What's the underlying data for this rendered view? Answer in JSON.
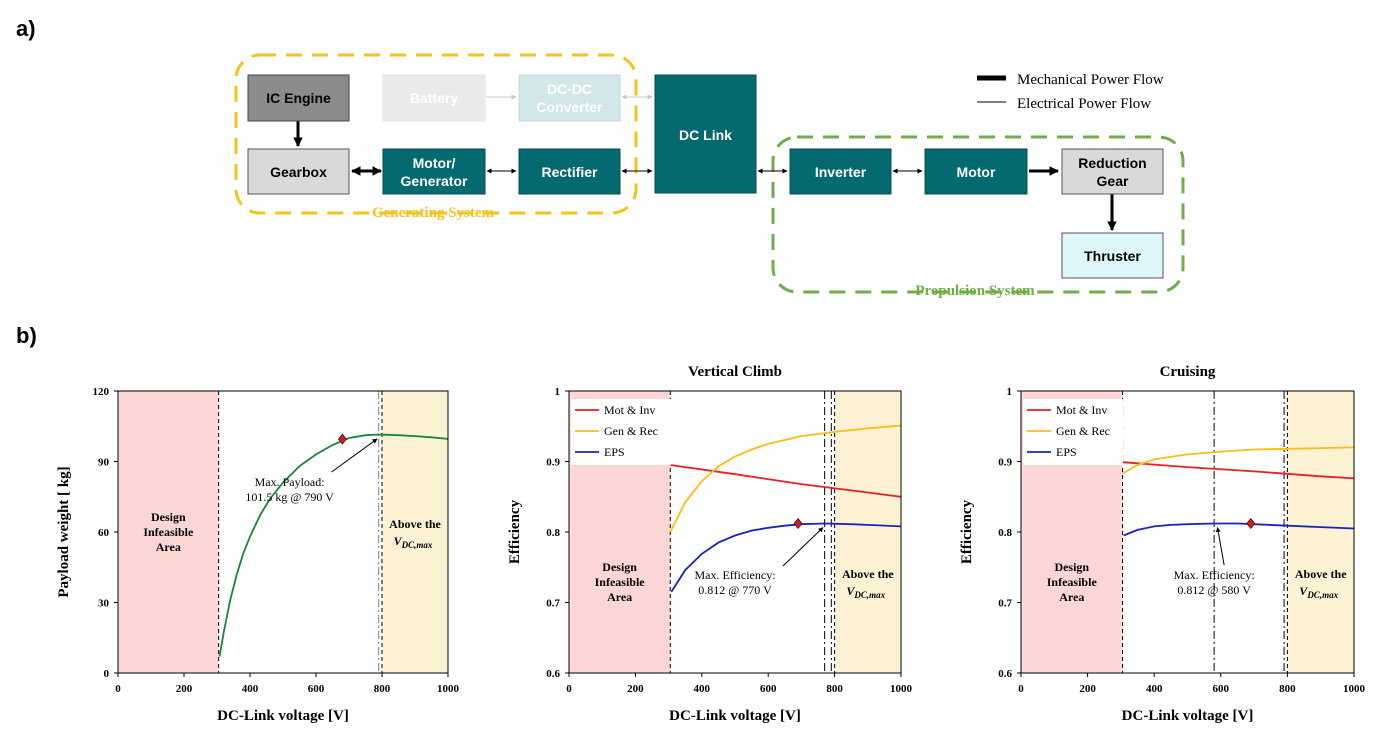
{
  "panel_labels": {
    "a": "a)",
    "b": "b)"
  },
  "diagram": {
    "blocks": {
      "ic_engine": "IC Engine",
      "battery": "Battery",
      "dcdc_line1": "DC-DC",
      "dcdc_line2": "Converter",
      "dc_link": "DC Link",
      "gearbox": "Gearbox",
      "motor_gen_line1": "Motor/",
      "motor_gen_line2": "Generator",
      "rectifier": "Rectifier",
      "inverter": "Inverter",
      "motor": "Motor",
      "reduction_line1": "Reduction",
      "reduction_line2": "Gear",
      "thruster": "Thruster"
    },
    "groups": {
      "generating": "Generating System",
      "propulsion": "Propulsion System"
    },
    "legend": {
      "mechanical": "Mechanical Power Flow",
      "electrical": "Electrical Power Flow"
    },
    "colors": {
      "teal": "#046a70",
      "faded_teal": "#d3e6e8",
      "grey_dark": "#8c8c8c",
      "grey_light": "#d9d9d9",
      "thruster": "#ddf7fa",
      "generating": "#f7c21a",
      "propulsion": "#70ad47"
    }
  },
  "chart_data": [
    {
      "type": "line",
      "title": "",
      "xlabel": "DC-Link voltage [V]",
      "ylabel": "Payload weight [ kg]",
      "xlim": [
        0,
        1000
      ],
      "ylim": [
        0,
        120
      ],
      "xticks": [
        "0",
        "200",
        "400",
        "600",
        "800",
        "1000"
      ],
      "yticks": [
        "0",
        "30",
        "60",
        "90",
        "120"
      ],
      "regions": [
        {
          "from": 0,
          "to": 305,
          "color": "#fdd6d6",
          "label_lines": [
            "Design",
            "Infeasible",
            "Area"
          ]
        },
        {
          "from": 800,
          "to": 1000,
          "color": "#fdf3d4",
          "label_lines": [
            "Above the",
            "V",
            "DC,max"
          ]
        }
      ],
      "vlines": [
        {
          "x": 305,
          "style": "dashed"
        },
        {
          "x": 790,
          "style": "dashdot"
        },
        {
          "x": 800,
          "style": "dashed"
        }
      ],
      "series": [
        {
          "name": "",
          "color": "#16873b",
          "x": [
            308,
            320,
            340,
            360,
            380,
            400,
            430,
            460,
            500,
            550,
            600,
            650,
            700,
            750,
            790,
            850,
            900,
            950,
            1000
          ],
          "y": [
            7,
            17,
            31,
            42,
            51,
            58,
            67,
            74,
            81,
            88,
            93,
            97,
            100,
            101.2,
            101.5,
            101.2,
            100.8,
            100.3,
            99.6
          ]
        }
      ],
      "marker": {
        "x": 680,
        "y": 99.5
      },
      "annotation": {
        "lines": [
          "Max. Payload:",
          "101.5 kg @ 790 V"
        ],
        "arrow_to": [
          785,
          101.3
        ]
      }
    },
    {
      "type": "line",
      "title": "Vertical Climb",
      "xlabel": "DC-Link voltage [V]",
      "ylabel": "Efficiency",
      "xlim": [
        0,
        1000
      ],
      "ylim": [
        0.6,
        1
      ],
      "xticks": [
        "0",
        "200",
        "400",
        "600",
        "800",
        "1000"
      ],
      "yticks": [
        "0.6",
        "0.7",
        "0.8",
        "0.9",
        "1"
      ],
      "regions": [
        {
          "from": 0,
          "to": 305,
          "color": "#fdd6d6",
          "label_lines": [
            "Design",
            "Infeasible",
            "Area"
          ]
        },
        {
          "from": 800,
          "to": 1000,
          "color": "#fdf3d4",
          "label_lines": [
            "Above the",
            "V",
            "DC,max"
          ]
        }
      ],
      "vlines": [
        {
          "x": 305,
          "style": "dashed"
        },
        {
          "x": 770,
          "style": "dashdot"
        },
        {
          "x": 790,
          "style": "dashdot"
        },
        {
          "x": 800,
          "style": "dashed"
        }
      ],
      "series": [
        {
          "name": "Mot & Inv",
          "color": "#ee1d23",
          "x": [
            305,
            500,
            700,
            900,
            1000
          ],
          "y": [
            0.895,
            0.882,
            0.868,
            0.856,
            0.85
          ]
        },
        {
          "name": "Gen & Rec",
          "color": "#fbbd12",
          "x": [
            305,
            350,
            400,
            450,
            500,
            550,
            600,
            700,
            800,
            900,
            1000
          ],
          "y": [
            0.8,
            0.842,
            0.872,
            0.893,
            0.907,
            0.917,
            0.925,
            0.936,
            0.942,
            0.947,
            0.951
          ]
        },
        {
          "name": "EPS",
          "color": "#1822c8",
          "x": [
            308,
            350,
            400,
            450,
            500,
            550,
            600,
            650,
            700,
            770,
            850,
            900,
            1000
          ],
          "y": [
            0.715,
            0.746,
            0.769,
            0.785,
            0.795,
            0.802,
            0.806,
            0.809,
            0.811,
            0.812,
            0.811,
            0.81,
            0.808
          ]
        }
      ],
      "marker": {
        "x": 690,
        "y": 0.812
      },
      "annotation": {
        "lines": [
          "Max. Efficiency:",
          "0.812 @ 770 V"
        ],
        "arrow_to": [
          765,
          0.812
        ]
      }
    },
    {
      "type": "line",
      "title": "Cruising",
      "xlabel": "DC-Link voltage [V]",
      "ylabel": "Efficiency",
      "xlim": [
        0,
        1000
      ],
      "ylim": [
        0.6,
        1
      ],
      "xticks": [
        "0",
        "200",
        "400",
        "600",
        "800",
        "1000"
      ],
      "yticks": [
        "0.6",
        "0.7",
        "0.8",
        "0.9",
        "1"
      ],
      "regions": [
        {
          "from": 0,
          "to": 305,
          "color": "#fdd6d6",
          "label_lines": [
            "Design",
            "Infeasible",
            "Area"
          ]
        },
        {
          "from": 800,
          "to": 1000,
          "color": "#fdf3d4",
          "label_lines": [
            "Above the",
            "V",
            "DC,max"
          ]
        }
      ],
      "vlines": [
        {
          "x": 305,
          "style": "dashed"
        },
        {
          "x": 580,
          "style": "dashdot"
        },
        {
          "x": 790,
          "style": "dashdot"
        },
        {
          "x": 800,
          "style": "dashed"
        }
      ],
      "series": [
        {
          "name": "Mot & Inv",
          "color": "#ee1d23",
          "x": [
            305,
            500,
            700,
            900,
            1000
          ],
          "y": [
            0.899,
            0.892,
            0.886,
            0.879,
            0.876
          ]
        },
        {
          "name": "Gen & Rec",
          "color": "#fbbd12",
          "x": [
            305,
            350,
            400,
            500,
            600,
            700,
            800,
            900,
            1000
          ],
          "y": [
            0.883,
            0.895,
            0.903,
            0.91,
            0.914,
            0.917,
            0.918,
            0.919,
            0.92
          ]
        },
        {
          "name": "EPS",
          "color": "#1822c8",
          "x": [
            308,
            350,
            400,
            450,
            500,
            580,
            650,
            700,
            800,
            900,
            1000
          ],
          "y": [
            0.795,
            0.803,
            0.808,
            0.81,
            0.811,
            0.812,
            0.812,
            0.811,
            0.809,
            0.807,
            0.805
          ]
        }
      ],
      "marker": {
        "x": 690,
        "y": 0.812
      },
      "annotation": {
        "lines": [
          "Max. Efficiency:",
          "0.812 @ 580 V"
        ],
        "arrow_to": [
          590,
          0.812
        ]
      }
    }
  ]
}
